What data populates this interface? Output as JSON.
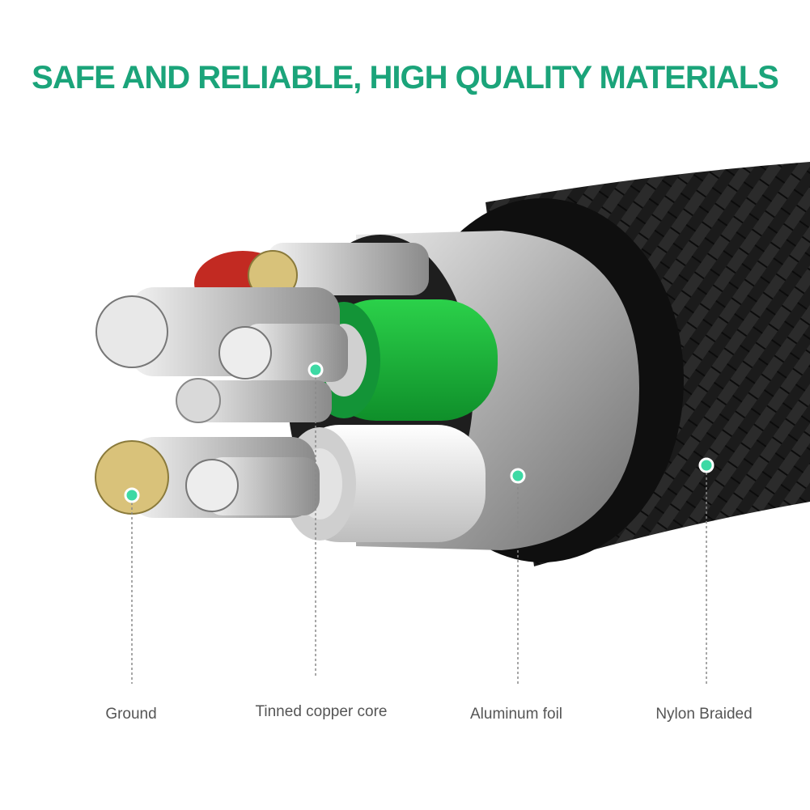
{
  "headline": "SAFE AND RELIABLE, HIGH QUALITY MATERIALS",
  "accent_color": "#1ba47a",
  "callouts": [
    {
      "label": "Ground"
    },
    {
      "label": "Tinned copper core"
    },
    {
      "label": "Aluminum foil"
    },
    {
      "label": "Nylon Braided"
    }
  ]
}
